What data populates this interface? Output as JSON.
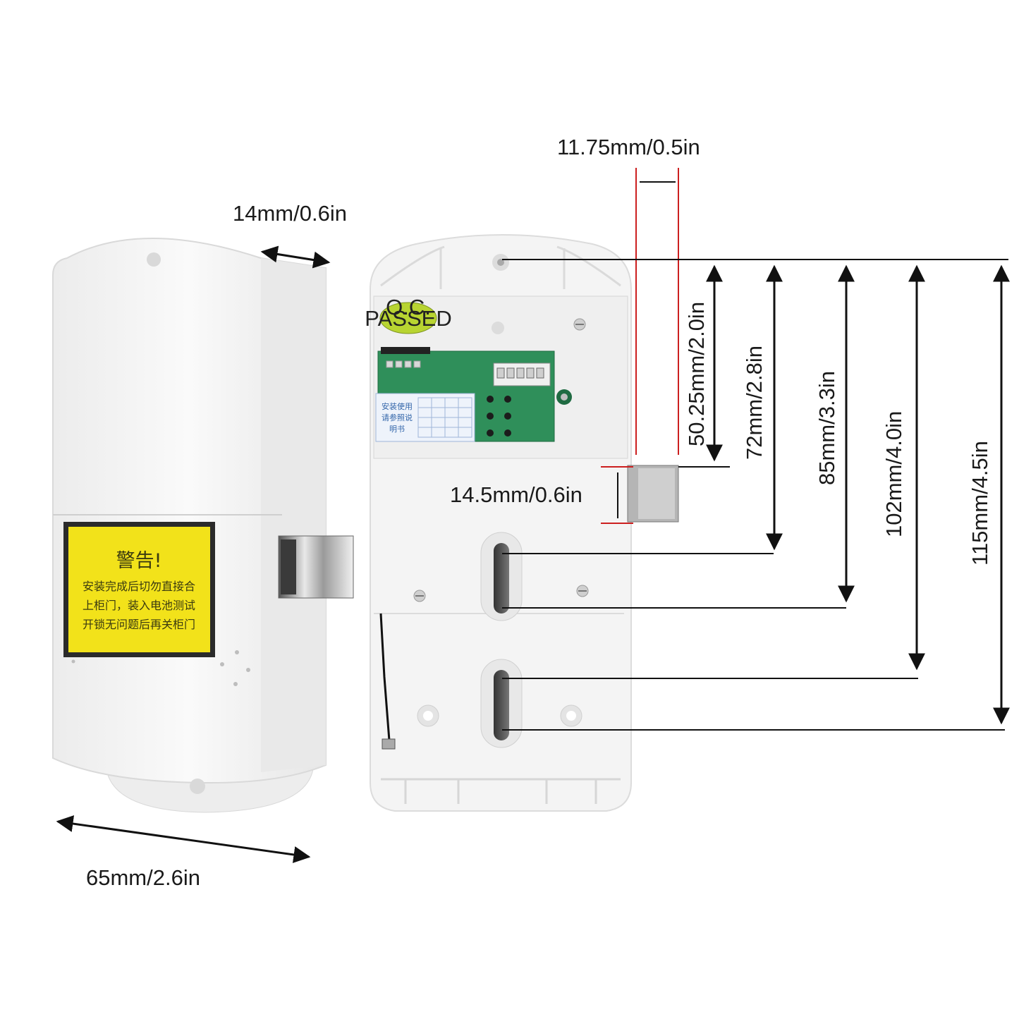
{
  "dimensions": {
    "depth": "14mm/0.6in",
    "width": "65mm/2.6in",
    "bolt_width": "11.75mm/0.5in",
    "bolt_height": "14.5mm/0.6in",
    "h1": "50.25mm/2.0in",
    "h2": "72mm/2.8in",
    "h3": "85mm/3.3in",
    "h4": "102mm/4.0in",
    "h5": "115mm/4.5in"
  },
  "front_label": {
    "title": "警告!",
    "line1": "安装完成后切勿直接合",
    "line2": "上柜门，装入电池测试",
    "line3": "开锁无问题后再关柜门"
  },
  "back_unit": {
    "qc_line1": "Q.C.",
    "qc_line2": "PASSED",
    "sticker_line1": "安装使用",
    "sticker_line2": "请参照说",
    "sticker_line3": "明书"
  },
  "colors": {
    "body": "#f4f4f4",
    "label_yellow": "#f2e21a",
    "pcb_green": "#2f8f5a",
    "qc_green": "#b8d431",
    "guide_red": "#cc1f1f"
  },
  "icons": [
    "screw-icon",
    "arrow-icon"
  ]
}
